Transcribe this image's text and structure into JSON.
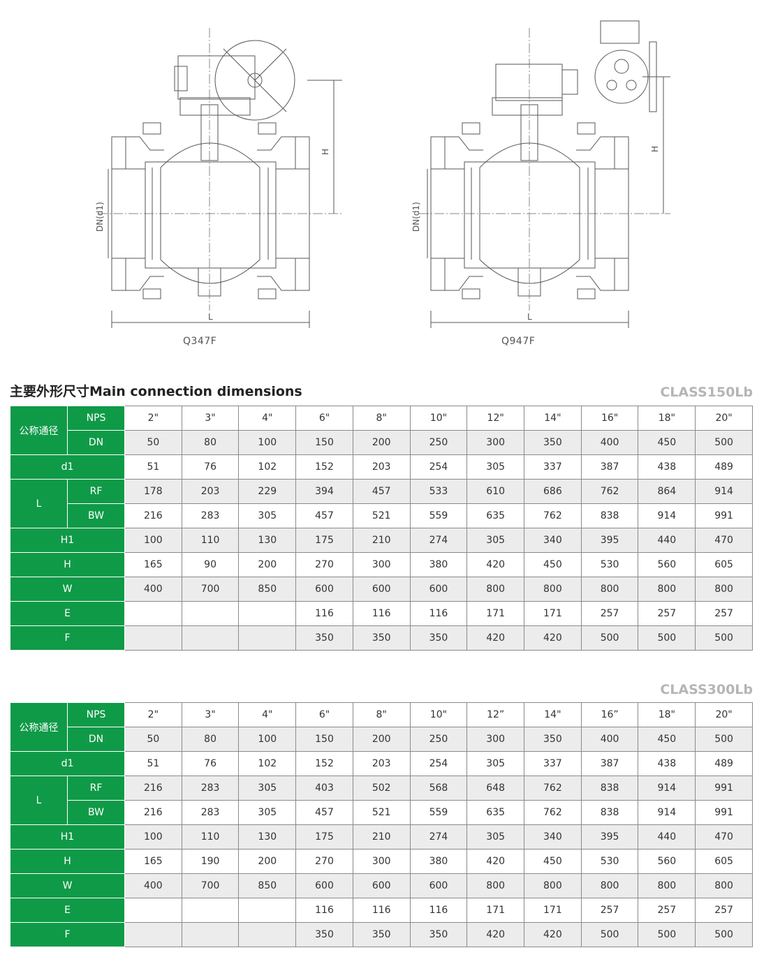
{
  "drawings": {
    "left_caption": "Q347F",
    "right_caption": "Q947F",
    "dim_labels": {
      "height": "H",
      "diameter": "DN(d1)",
      "length": "L"
    }
  },
  "section": {
    "title": "主要外形尺寸Main  connection dimensions"
  },
  "tables": [
    {
      "class_label": "CLASS150Lb",
      "header_group": "公称通径",
      "rows": [
        {
          "group": "公称通径",
          "label": "NPS",
          "values": [
            "2\"",
            "3\"",
            "4\"",
            "6\"",
            "8\"",
            "10\"",
            "12\"",
            "14\"",
            "16\"",
            "18\"",
            "20\""
          ]
        },
        {
          "label": "DN",
          "values": [
            "50",
            "80",
            "100",
            "150",
            "200",
            "250",
            "300",
            "350",
            "400",
            "450",
            "500"
          ]
        },
        {
          "label": "d1",
          "values": [
            "51",
            "76",
            "102",
            "152",
            "203",
            "254",
            "305",
            "337",
            "387",
            "438",
            "489"
          ]
        },
        {
          "group": "L",
          "label": "RF",
          "values": [
            "178",
            "203",
            "229",
            "394",
            "457",
            "533",
            "610",
            "686",
            "762",
            "864",
            "914"
          ]
        },
        {
          "label": "BW",
          "values": [
            "216",
            "283",
            "305",
            "457",
            "521",
            "559",
            "635",
            "762",
            "838",
            "914",
            "991"
          ]
        },
        {
          "label": "H1",
          "values": [
            "100",
            "110",
            "130",
            "175",
            "210",
            "274",
            "305",
            "340",
            "395",
            "440",
            "470"
          ]
        },
        {
          "label": "H",
          "values": [
            "165",
            "90",
            "200",
            "270",
            "300",
            "380",
            "420",
            "450",
            "530",
            "560",
            "605"
          ]
        },
        {
          "label": "W",
          "values": [
            "400",
            "700",
            "850",
            "600",
            "600",
            "600",
            "800",
            "800",
            "800",
            "800",
            "800"
          ]
        },
        {
          "label": "E",
          "values": [
            "",
            "",
            "",
            "116",
            "116",
            "116",
            "171",
            "171",
            "257",
            "257",
            "257"
          ]
        },
        {
          "label": "F",
          "values": [
            "",
            "",
            "",
            "350",
            "350",
            "350",
            "420",
            "420",
            "500",
            "500",
            "500"
          ]
        }
      ]
    },
    {
      "class_label": "CLASS300Lb",
      "header_group": "公称通径",
      "rows": [
        {
          "group": "公称通径",
          "label": "NPS",
          "values": [
            "2\"",
            "3\"",
            "4\"",
            "6\"",
            "8\"",
            "10\"",
            "12”",
            "14\"",
            "16”",
            "18\"",
            "20\""
          ]
        },
        {
          "label": "DN",
          "values": [
            "50",
            "80",
            "100",
            "150",
            "200",
            "250",
            "300",
            "350",
            "400",
            "450",
            "500"
          ]
        },
        {
          "label": "d1",
          "values": [
            "51",
            "76",
            "102",
            "152",
            "203",
            "254",
            "305",
            "337",
            "387",
            "438",
            "489"
          ]
        },
        {
          "group": "L",
          "label": "RF",
          "values": [
            "216",
            "283",
            "305",
            "403",
            "502",
            "568",
            "648",
            "762",
            "838",
            "914",
            "991"
          ]
        },
        {
          "label": "BW",
          "values": [
            "216",
            "283",
            "305",
            "457",
            "521",
            "559",
            "635",
            "762",
            "838",
            "914",
            "991"
          ]
        },
        {
          "label": "H1",
          "values": [
            "100",
            "110",
            "130",
            "175",
            "210",
            "274",
            "305",
            "340",
            "395",
            "440",
            "470"
          ]
        },
        {
          "label": "H",
          "values": [
            "165",
            "190",
            "200",
            "270",
            "300",
            "380",
            "420",
            "450",
            "530",
            "560",
            "605"
          ]
        },
        {
          "label": "W",
          "values": [
            "400",
            "700",
            "850",
            "600",
            "600",
            "600",
            "800",
            "800",
            "800",
            "800",
            "800"
          ]
        },
        {
          "label": "E",
          "values": [
            "",
            "",
            "",
            "116",
            "116",
            "116",
            "171",
            "171",
            "257",
            "257",
            "257"
          ]
        },
        {
          "label": "F",
          "values": [
            "",
            "",
            "",
            "350",
            "350",
            "350",
            "420",
            "420",
            "500",
            "500",
            "500"
          ]
        }
      ]
    }
  ]
}
